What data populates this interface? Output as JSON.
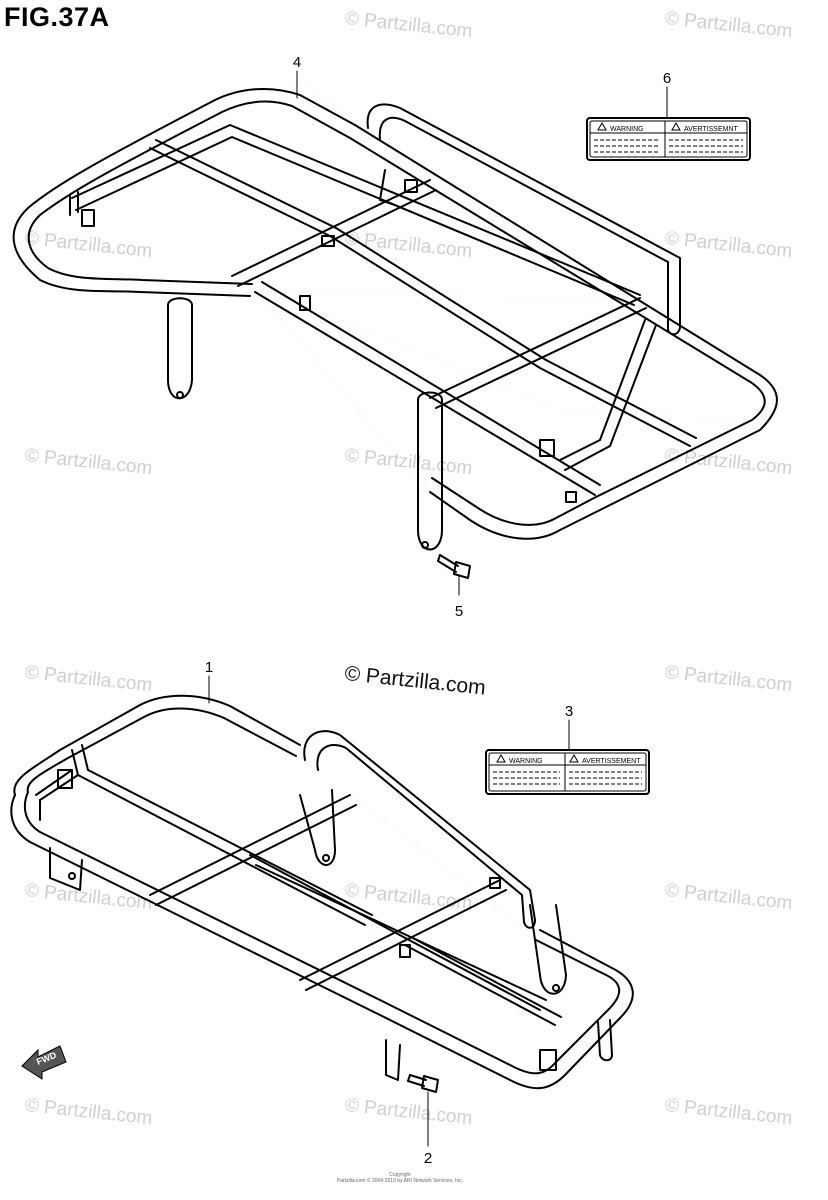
{
  "figure": {
    "title": "FIG.37A"
  },
  "watermark": {
    "text": "© Partzilla.com",
    "center_text": "© Partzilla.com"
  },
  "callouts": {
    "p1": "1",
    "p2": "2",
    "p3": "3",
    "p4": "4",
    "p5": "5",
    "p6": "6"
  },
  "labels": {
    "warning": "WARNING",
    "avertissement_upper": "AVERTISSEMNT",
    "avertissement_lower": "AVERTISSEMENT"
  },
  "fwd_arrow": {
    "text": "FWD"
  },
  "footer": {
    "line1": "Copyright",
    "line2": "Partzilla.com © 2004-2019 by ARI Network Services, Inc."
  }
}
